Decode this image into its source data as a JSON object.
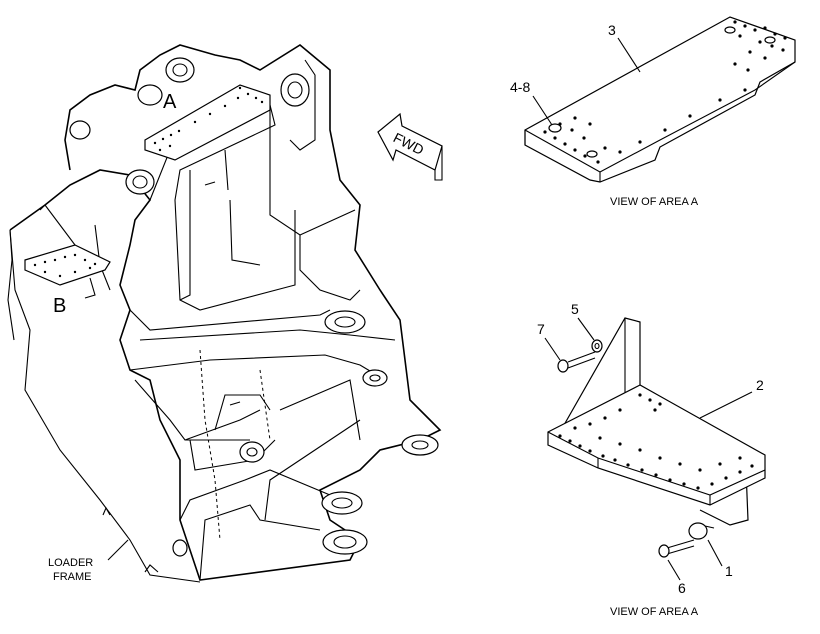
{
  "main_view": {
    "area_a_label": "A",
    "area_b_label": "B",
    "frame_label_line1": "LOADER",
    "frame_label_line2": "FRAME",
    "fwd_label": "FWD"
  },
  "detail_top": {
    "caption": "VIEW OF AREA A",
    "callouts": {
      "plate": "3",
      "bolts": "4-8"
    }
  },
  "detail_bottom": {
    "caption": "VIEW OF AREA A",
    "callouts": {
      "step": "2",
      "bolt_7": "7",
      "washer_5": "5",
      "pin_1": "1",
      "bolt_6": "6"
    }
  }
}
